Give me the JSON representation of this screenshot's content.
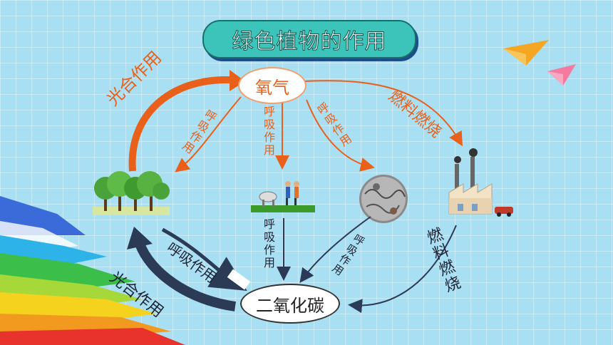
{
  "title": "绿色植物的作用",
  "nodes": {
    "oxygen": "氧气",
    "co2": "二氧化碳"
  },
  "labels": {
    "photosynthesis_top": "光合作用",
    "respiration": "呼吸作用",
    "fuel_burning": "燃料燃烧",
    "photosynthesis_bottom": "光合作用",
    "respiration_co2": "呼吸作用"
  },
  "colors": {
    "orange": "#e8601a",
    "dark": "#2b3a55",
    "title_bg": "#3cc3ba"
  }
}
